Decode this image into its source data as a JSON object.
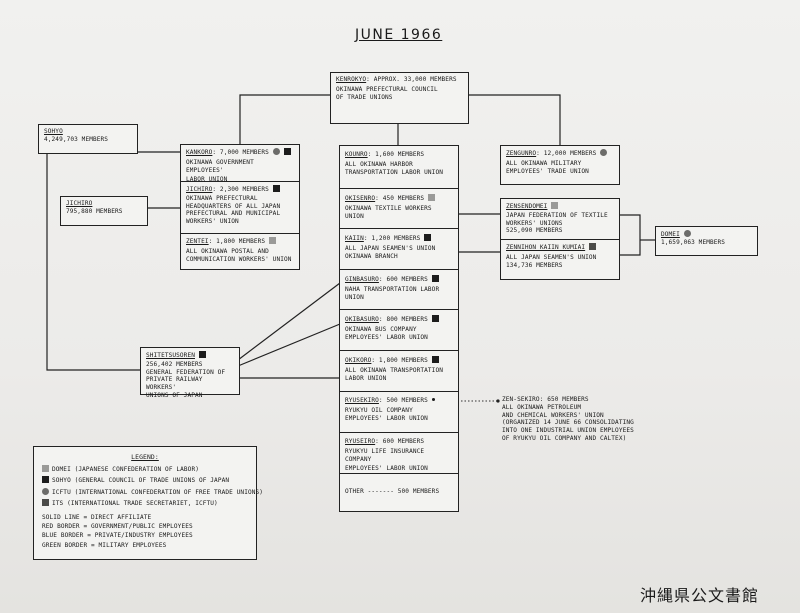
{
  "title": "JUNE 1966",
  "watermark": "沖縄県公文書館",
  "colors": {
    "sohyo": "#1c1c1c",
    "domei": "#9a9a98",
    "icftu": "#6c6c6a",
    "its": "#4a4a48"
  },
  "kenrokyo": {
    "abbr": "KENROKYO",
    "count": ": APPROX. 33,000 MEMBERS",
    "desc": "OKINAWA PREFECTURAL COUNCIL\nOF TRADE UNIONS"
  },
  "sohyo": {
    "abbr": "SOHYO",
    "count": "4,249,703 MEMBERS"
  },
  "jichiro": {
    "abbr": "JICHIRO",
    "count": "795,880 MEMBERS"
  },
  "kankoro": {
    "abbr": "KANKORO",
    "count": ": 7,000 MEMBERS",
    "desc": "OKINAWA GOVERNMENT EMPLOYEES'\nLABOR UNION",
    "symbols": [
      "icftu",
      "sohyo"
    ]
  },
  "jichiro_ok": {
    "abbr": "JICHIRO",
    "count": ": 2,300 MEMBERS",
    "desc": "OKINAWA PREFECTURAL\nHEADQUARTERS OF ALL JAPAN\nPREFECTURAL AND MUNICIPAL\nWORKERS' UNION",
    "symbols": [
      "sohyo"
    ]
  },
  "zentei": {
    "abbr": "ZENTEI",
    "count": ": 1,800 MEMBERS",
    "desc": "ALL OKINAWA POSTAL AND\nCOMMUNICATION WORKERS' UNION",
    "symbols": [
      "domei"
    ]
  },
  "center": [
    {
      "abbr": "KOUNRO",
      "count": ": 1,600 MEMBERS",
      "desc": "ALL OKINAWA HARBOR\nTRANSPORTATION LABOR UNION",
      "symbols": []
    },
    {
      "abbr": "OKISENRO",
      "count": ": 450 MEMBERS",
      "desc": "OKINAWA TEXTILE WORKERS\nUNION",
      "symbols": [
        "domei"
      ]
    },
    {
      "abbr": "KAIIN",
      "count": ": 1,200 MEMBERS",
      "desc": "ALL JAPAN SEAMEN'S UNION\nOKINAWA BRANCH",
      "symbols": [
        "sohyo"
      ]
    },
    {
      "abbr": "GINBASURO",
      "count": ": 600 MEMBERS",
      "desc": "NAHA TRANSPORTATION LABOR\nUNION",
      "symbols": [
        "sohyo"
      ]
    },
    {
      "abbr": "OKIBASURO",
      "count": ": 800 MEMBERS",
      "desc": "OKINAWA BUS COMPANY\nEMPLOYEES' LABOR UNION",
      "symbols": [
        "sohyo"
      ]
    },
    {
      "abbr": "OKIKORO",
      "count": ": 1,800 MEMBERS",
      "desc": "ALL OKINAWA TRANSPORTATION\nLABOR UNION",
      "symbols": [
        "sohyo"
      ]
    },
    {
      "abbr": "RYUSEKIRO",
      "count": ": 500 MEMBERS",
      "desc": "RYUKYU OIL COMPANY\nEMPLOYEES' LABOR UNION",
      "symbols": [
        "dot"
      ]
    },
    {
      "abbr": "RYUSEIRO",
      "count": ": 600 MEMBERS",
      "desc": "RYUKYU LIFE INSURANCE COMPANY\nEMPLOYEES' LABOR UNION",
      "symbols": []
    },
    {
      "abbr": "",
      "count": "OTHER ------- 500 MEMBERS",
      "desc": "",
      "symbols": []
    }
  ],
  "zengunro": {
    "abbr": "ZENGUNRO",
    "count": ": 12,000 MEMBERS",
    "desc": "ALL OKINAWA MILITARY\nEMPLOYEES' TRADE UNION",
    "symbols": [
      "icftu"
    ]
  },
  "zensendomei": {
    "abbr": "ZENSENDOMEI",
    "count": "",
    "desc": "JAPAN FEDERATION OF TEXTILE\nWORKERS' UNIONS\n525,090 MEMBERS",
    "symbols": [
      "domei"
    ]
  },
  "zennihon": {
    "abbr": "ZENNIHON KAIIN KUMIAI",
    "count": "",
    "desc": "ALL JAPAN SEAMEN'S UNION\n134,736 MEMBERS",
    "symbols": [
      "its"
    ]
  },
  "domei": {
    "abbr": "DOMEI",
    "count": "1,659,063 MEMBERS",
    "symbols": [
      "icftu"
    ]
  },
  "shitetsusoren": {
    "abbr": "SHITETSUSOREN",
    "count": "",
    "desc": "256,402 MEMBERS\nGENERAL FEDERATION OF\nPRIVATE RAILWAY WORKERS'\nUNIONS OF JAPAN",
    "symbols": [
      "sohyo"
    ]
  },
  "zensekiro": {
    "text": "ZEN-SEKIRO: 650 MEMBERS\nALL OKINAWA PETROLEUM\nAND CHEMICAL WORKERS' UNION\n(ORGANIZED 14 JUNE 66 CONSOLIDATING\nINTO ONE INDUSTRIAL UNION EMPLOYEES\nOF RYUKYU OIL COMPANY AND CALTEX)"
  },
  "legend": {
    "title": "LEGEND:",
    "entries": [
      {
        "sym": "domei",
        "text": "DOMEI (JAPANESE CONFEDERATION OF LABOR)"
      },
      {
        "sym": "sohyo",
        "text": "SOHYO (GENERAL COUNCIL OF TRADE UNIONS OF JAPAN"
      },
      {
        "sym": "icftu",
        "text": "ICFTU (INTERNATIONAL CONFEDERATION OF FREE TRADE UNIONS)"
      },
      {
        "sym": "its",
        "text": "ITS (INTERNATIONAL TRADE SECRETARIET, ICFTU)"
      }
    ],
    "notes": [
      "SOLID LINE = DIRECT AFFILIATE",
      "RED BORDER = GOVERNMENT/PUBLIC EMPLOYEES",
      "BLUE BORDER = PRIVATE/INDUSTRY EMPLOYEES",
      "GREEN BORDER = MILITARY EMPLOYEES"
    ]
  }
}
